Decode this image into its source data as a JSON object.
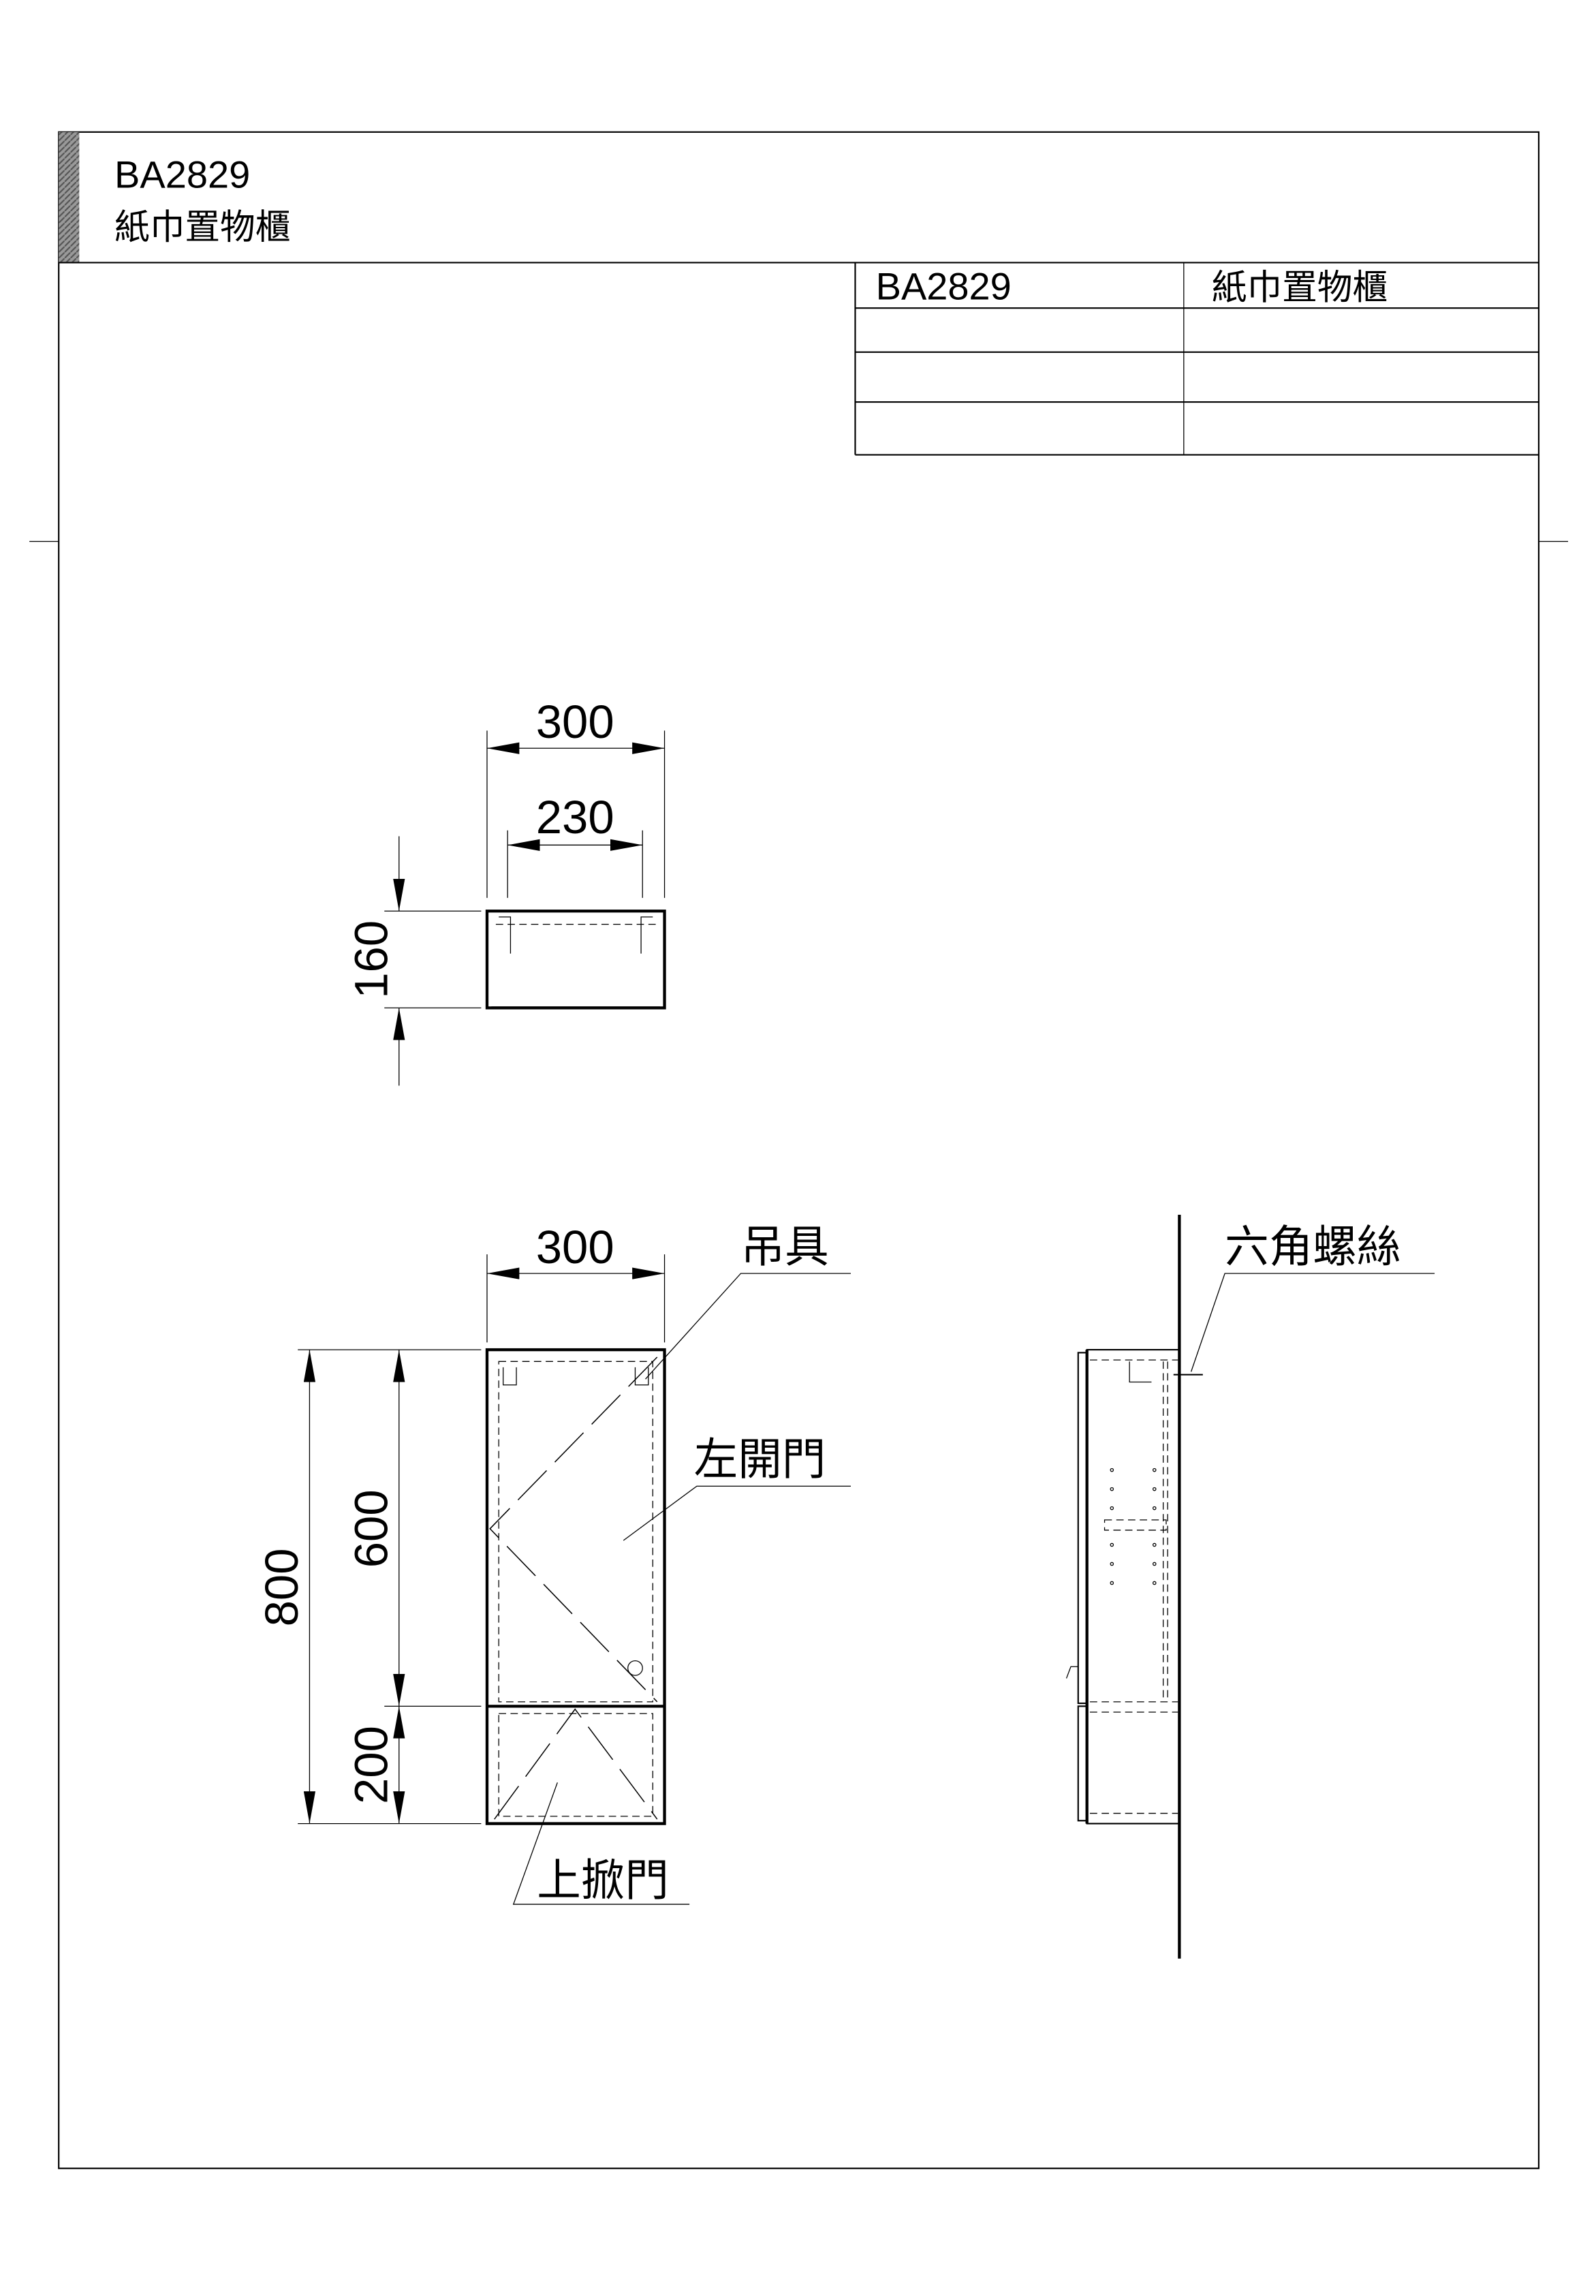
{
  "header": {
    "model": "BA2829",
    "name": "紙巾置物櫃"
  },
  "title_table": {
    "rows": [
      {
        "code": "BA2829",
        "name": "紙巾置物櫃"
      },
      {
        "code": "",
        "name": ""
      },
      {
        "code": "",
        "name": ""
      },
      {
        "code": "",
        "name": ""
      }
    ]
  },
  "top_view": {
    "width_outer": "300",
    "width_inner": "230",
    "depth": "160"
  },
  "front_view": {
    "width": "300",
    "total_height": "800",
    "upper_height": "600",
    "lower_height": "200",
    "labels": {
      "hanger": "吊具",
      "left_door": "左開門",
      "lift_door": "上掀門"
    }
  },
  "side_view": {
    "labels": {
      "hex_screw": "六角螺絲"
    }
  }
}
